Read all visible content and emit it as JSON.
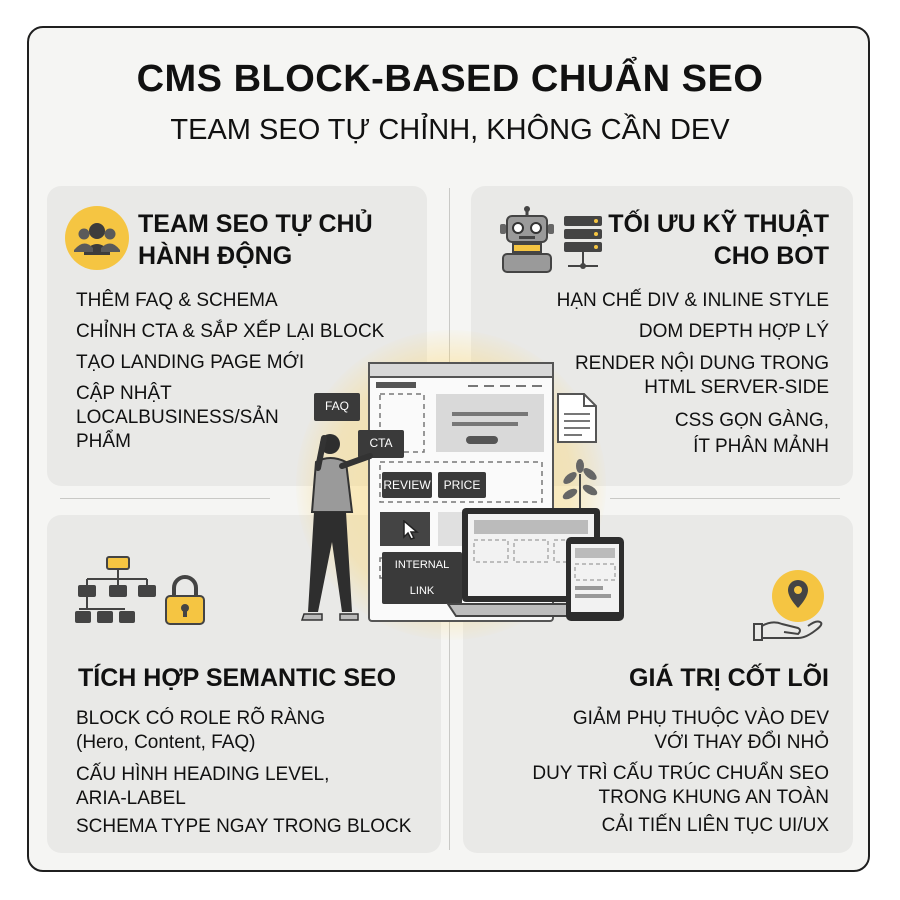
{
  "header": {
    "title": "CMS BLOCK-BASED CHUẨN SEO",
    "subtitle": "TEAM SEO TỰ CHỈNH, KHÔNG CẦN DEV"
  },
  "panels": {
    "team": {
      "title_line1": "TEAM SEO TỰ CHỦ",
      "title_line2": "HÀNH ĐỘNG",
      "items": [
        "THÊM FAQ & SCHEMA",
        "CHỈNH CTA & SẮP XẾP LẠI BLOCK",
        "TẠO LANDING PAGE MỚI",
        "CẬP NHẬT",
        "LOCALBUSINESS/SẢN",
        "PHẨM"
      ]
    },
    "tech": {
      "title_line1": "TỐI ƯU KỸ THUẬT",
      "title_line2": "CHO BOT",
      "items": [
        "HẠN CHẾ DIV & INLINE STYLE",
        "DOM DEPTH HỢP LÝ",
        "RENDER NỘI DUNG TRONG",
        "HTML SERVER-SIDE",
        "CSS GỌN GÀNG,",
        "ÍT PHÂN MẢNH"
      ]
    },
    "semantic": {
      "title": "TÍCH HỢP SEMANTIC SEO",
      "items": [
        "BLOCK CÓ ROLE RÕ RÀNG",
        "(Hero, Content, FAQ)",
        "CẤU HÌNH HEADING LEVEL,",
        "ARIA-LABEL",
        "SCHEMA TYPE NGAY TRONG BLOCK"
      ]
    },
    "core": {
      "title": "GIÁ TRỊ CỐT LÕI",
      "items": [
        "GIẢM PHỤ THUỘC VÀO DEV",
        "VỚI THAY ĐỔI NHỎ",
        "DUY TRÌ CẤU TRÚC CHUẨN SEO",
        "TRONG KHUNG AN TOÀN",
        "CẢI TIẾN LIÊN TỤC UI/UX"
      ]
    }
  },
  "illustration": {
    "tags": [
      "FAQ",
      "CTA",
      "REVIEW",
      "PRICE",
      "INTERNAL LINK"
    ]
  },
  "colors": {
    "accent": "#F5C542",
    "panel": "#E9E9E7",
    "frame": "#F5F5F3",
    "ink": "#111111"
  }
}
